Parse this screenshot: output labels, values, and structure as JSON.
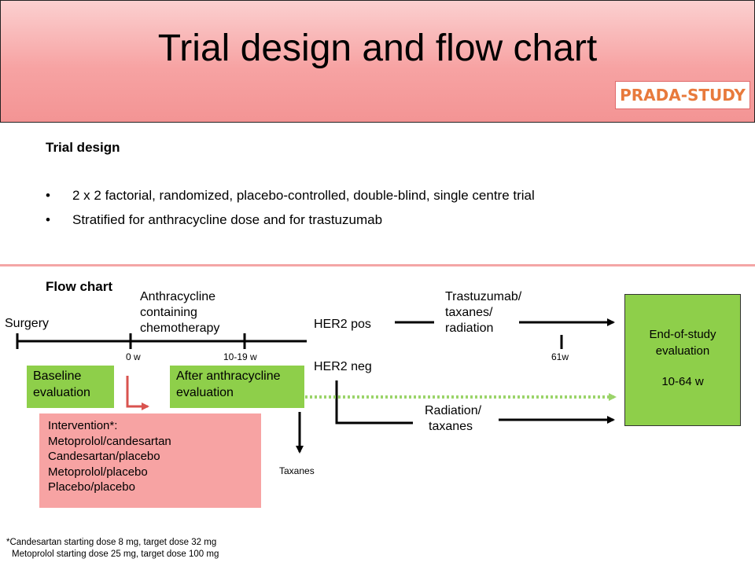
{
  "header": {
    "title": "Trial design and flow chart",
    "badge": "PRADA-STUDY"
  },
  "trial_design": {
    "heading": "Trial design",
    "bullet_symbol": "•",
    "bullets": [
      "2 x 2 factorial, randomized, placebo-controlled, double-blind, single centre trial",
      "Stratified for anthracycline dose and for trastuzumab"
    ]
  },
  "flow_chart": {
    "heading": "Flow chart",
    "labels": {
      "surgery": "Surgery",
      "anthracycline": [
        "Anthracycline",
        "containing",
        "chemotherapy"
      ],
      "her2_pos": "HER2 pos",
      "her2_neg": "HER2 neg",
      "trastuzumab": [
        "Trastuzumab/",
        "taxanes/",
        "radiation"
      ],
      "radiation": [
        "Radiation/",
        "taxanes"
      ],
      "taxanes": "Taxanes"
    },
    "ticks": [
      "0 w",
      "10-19 w",
      "61w"
    ],
    "baseline_box": [
      "Baseline",
      "evaluation"
    ],
    "after_box": [
      "After anthracycline",
      "evaluation"
    ],
    "end_box": {
      "lines": [
        "End-of-study",
        "evaluation"
      ],
      "duration": "10-64 w"
    },
    "intervention": {
      "title": "Intervention*:",
      "items": [
        "Metoprolol/candesartan",
        "Candesartan/placebo",
        "Metoprolol/placebo",
        "Placebo/placebo"
      ]
    },
    "colors": {
      "green_box": "#8ecf4a",
      "pink_box": "#f7a3a3",
      "red_arrow": "#d9534f",
      "dotted_green": "#9bd46a"
    }
  },
  "footnotes": [
    "*Candesartan starting dose 8 mg, target dose 32 mg",
    "Metoprolol starting dose 25 mg, target dose 100 mg"
  ]
}
